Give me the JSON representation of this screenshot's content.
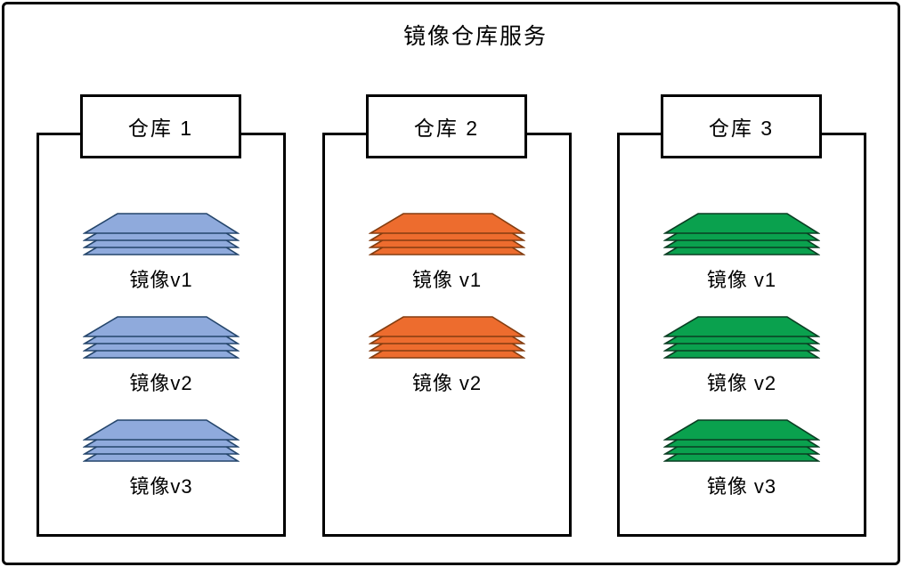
{
  "title": "镜像仓库服务",
  "colors": {
    "blue": {
      "fill": "#8FAADC",
      "stroke": "#24456B"
    },
    "orange": {
      "fill": "#ED6C2E",
      "stroke": "#833D10"
    },
    "green": {
      "fill": "#0AA14E",
      "stroke": "#0A3D22"
    }
  },
  "stack_layers": 4,
  "repositories": [
    {
      "name": "仓库 1",
      "color": "blue",
      "images": [
        {
          "label": "镜像v1"
        },
        {
          "label": "镜像v2"
        },
        {
          "label": "镜像v3"
        }
      ]
    },
    {
      "name": "仓库 2",
      "color": "orange",
      "images": [
        {
          "label": "镜像 v1"
        },
        {
          "label": "镜像 v2"
        }
      ]
    },
    {
      "name": "仓库 3",
      "color": "green",
      "images": [
        {
          "label": "镜像 v1"
        },
        {
          "label": "镜像 v2"
        },
        {
          "label": "镜像 v3"
        }
      ]
    }
  ]
}
